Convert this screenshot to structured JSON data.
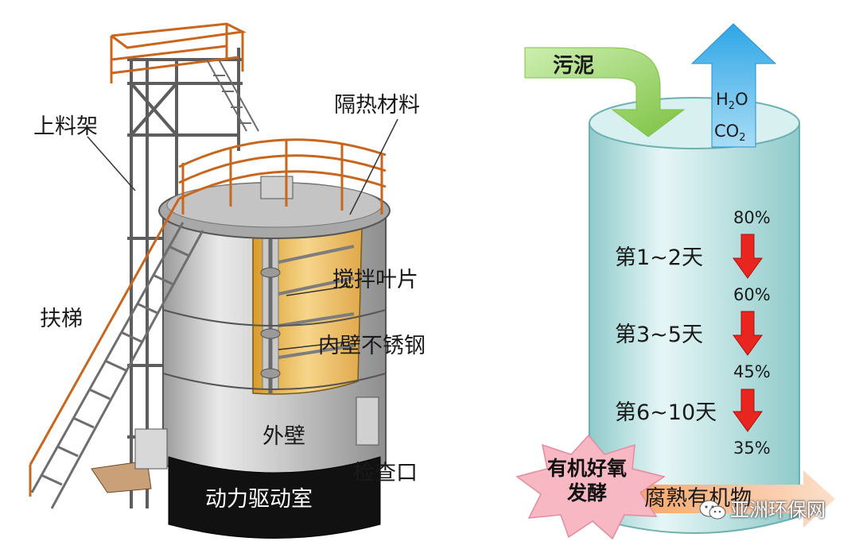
{
  "equipment": {
    "labels": {
      "feeding_rack": "上料架",
      "insulation": "隔热材料",
      "mixing_blades": "搅拌叶片",
      "ladder": "扶梯",
      "inner_wall": "内壁不锈钢",
      "outer_wall": "外壁",
      "inspection_port": "检查口",
      "drive_room": "动力驱动室"
    }
  },
  "process": {
    "input_label": "污泥",
    "gases": {
      "h2o_main": "H",
      "h2o_sub": "2",
      "h2o_tail": "O",
      "co2_main": "CO",
      "co2_sub": "2"
    },
    "stages": [
      {
        "label": "第1~2天",
        "from": "80%",
        "to": "60%"
      },
      {
        "label": "第3~5天",
        "from": "60%",
        "to": "45%"
      },
      {
        "label": "第6~10天",
        "from": "45%",
        "to": "35%"
      }
    ],
    "burst_line1": "有机好氧",
    "burst_line2": "发酵",
    "output_label": "腐熟有机物",
    "colors": {
      "input_arrow": "#9bd45c",
      "gas_arrow": "#3fb0e8",
      "down_arrow": "#e8251e",
      "tank": "#bfe6e6",
      "burst": "#f7b7c3"
    }
  },
  "watermark": {
    "text": "亚洲环保网",
    "icon": "wechat-icon"
  }
}
